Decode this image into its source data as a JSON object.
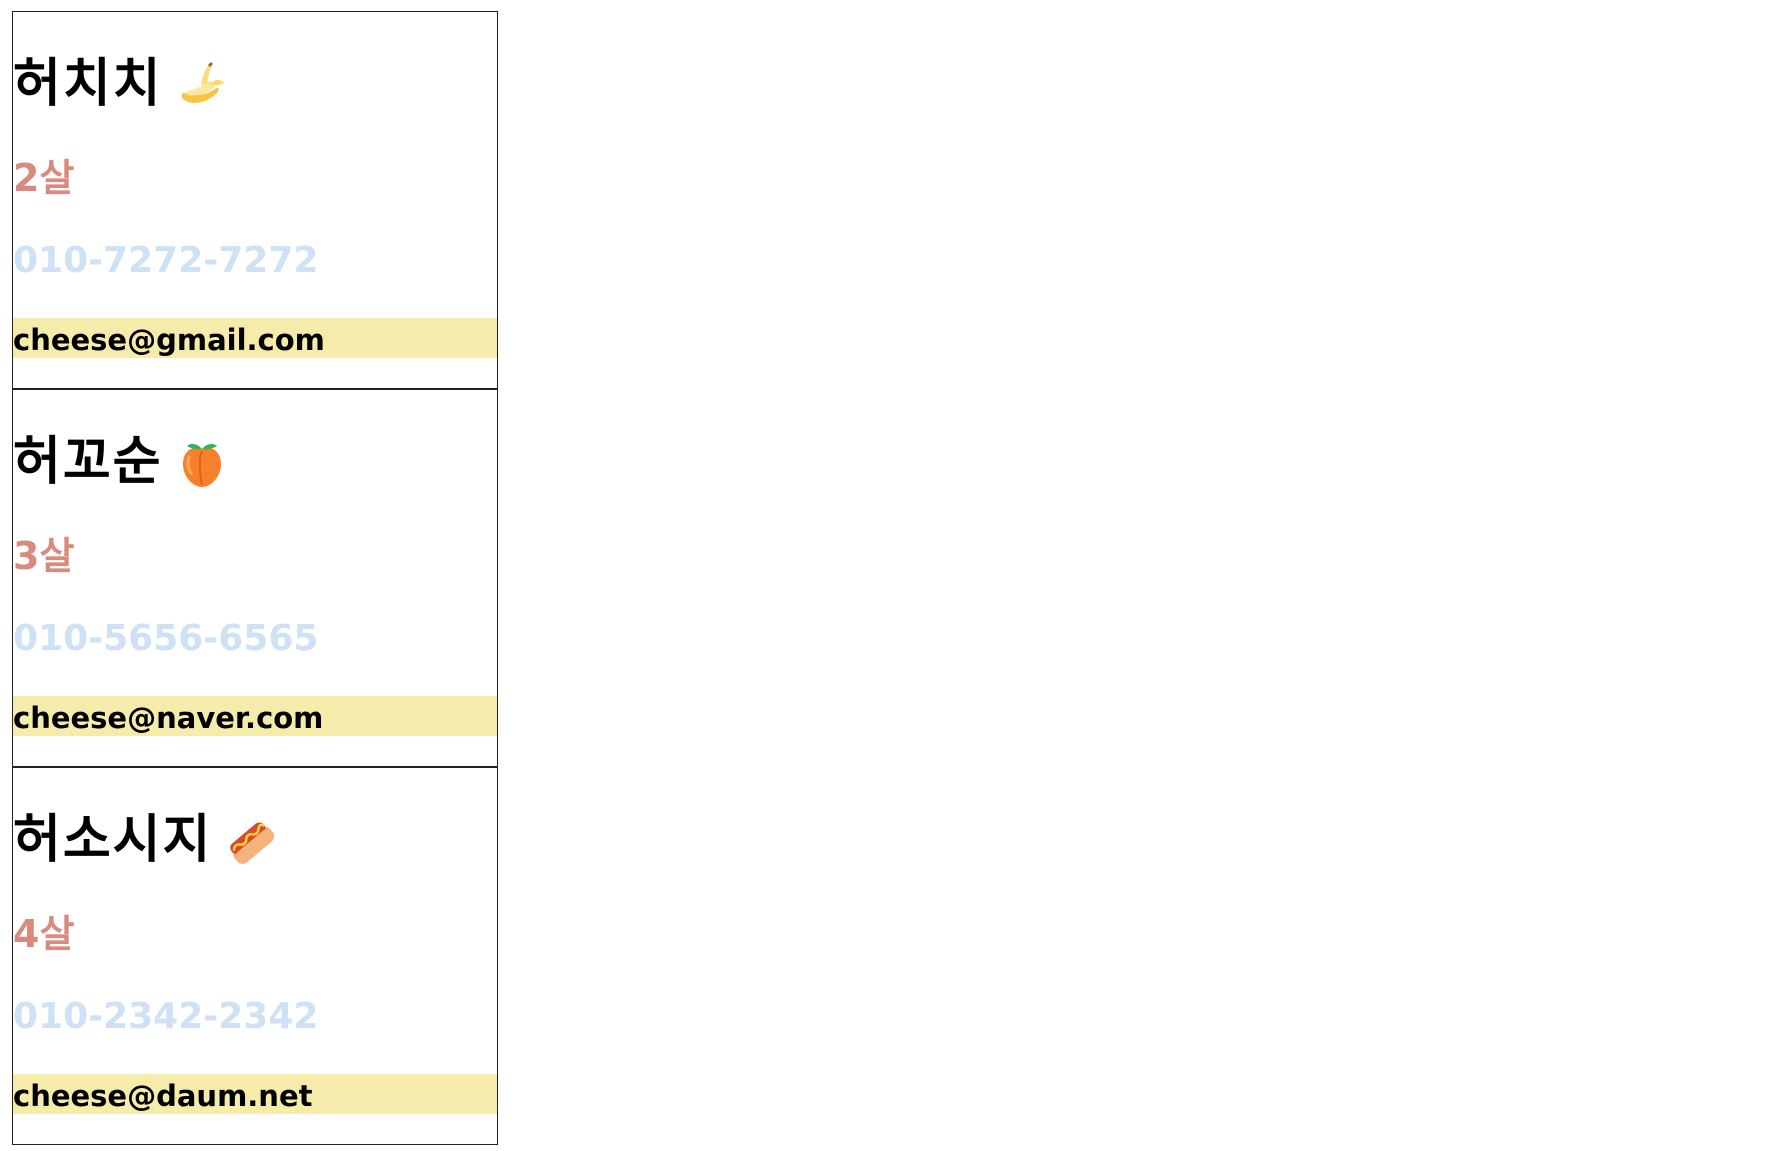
{
  "contacts": [
    {
      "name": "허치치",
      "emoji_icon": "banana-icon",
      "age": "2살",
      "phone": "010-7272-7272",
      "email": "cheese@gmail.com"
    },
    {
      "name": "허꼬순",
      "emoji_icon": "peach-icon",
      "age": "3살",
      "phone": "010-5656-6565",
      "email": "cheese@naver.com"
    },
    {
      "name": "허소시지",
      "emoji_icon": "hotdog-icon",
      "age": "4살",
      "phone": "010-2342-2342",
      "email": "cheese@daum.net"
    }
  ],
  "colors": {
    "name_text": "#000000",
    "age_text": "#d98a7e",
    "phone_text": "#cfe1f4",
    "email_highlight": "#f5ebaa",
    "card_border": "#222222"
  }
}
